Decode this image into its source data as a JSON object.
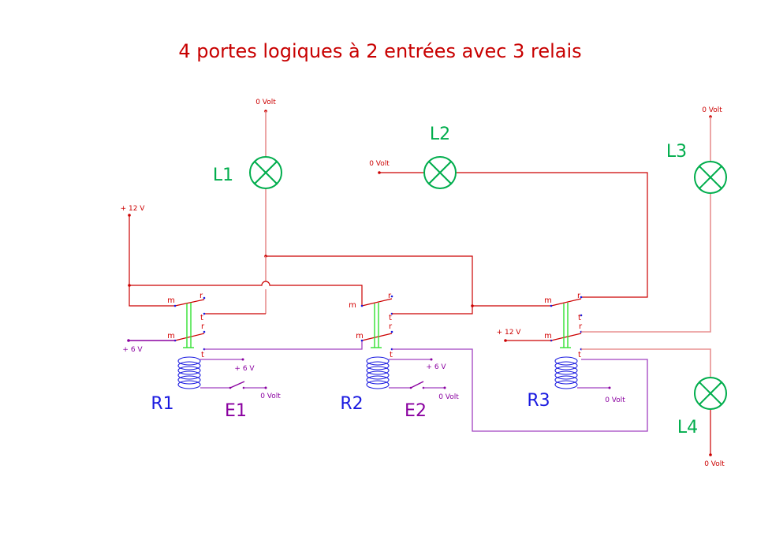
{
  "title": "4 portes logiques à 2 entrées avec 3 relais",
  "lamps": [
    {
      "id": "L1",
      "label": "L1"
    },
    {
      "id": "L2",
      "label": "L2"
    },
    {
      "id": "L3",
      "label": "L3"
    },
    {
      "id": "L4",
      "label": "L4"
    }
  ],
  "relays": [
    {
      "id": "R1",
      "label": "R1"
    },
    {
      "id": "R2",
      "label": "R2"
    },
    {
      "id": "R3",
      "label": "R3"
    }
  ],
  "inputs": [
    {
      "id": "E1",
      "label": "E1"
    },
    {
      "id": "E2",
      "label": "E2"
    }
  ],
  "supply_labels": {
    "zero_volt": "0 Volt",
    "plus_12v": "+ 12 V",
    "plus_6v": "+ 6 V"
  },
  "pin_labels": {
    "common": "m",
    "rest": "r",
    "work": "t"
  },
  "colors": {
    "title": "#c80000",
    "lamp": "#00ad4c",
    "relay": "#1a1ae0",
    "input": "#8a00a0",
    "power_wire": "#cc0000",
    "control_wire": "#a040c0"
  }
}
